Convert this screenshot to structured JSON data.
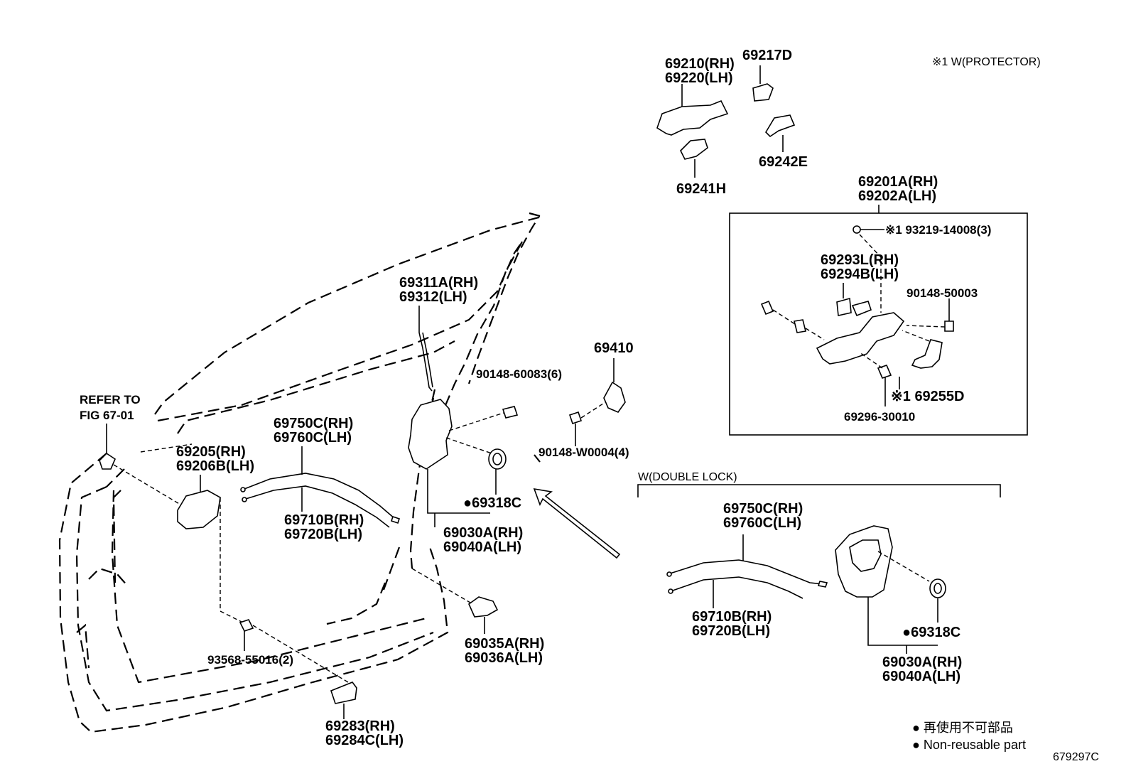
{
  "diagram_id": "679297C",
  "note_protector": "※1 W(PROTECTOR)",
  "section_double_lock": "W(DOUBLE LOCK)",
  "refer_to": [
    "REFER TO",
    "FIG 67-01"
  ],
  "parts": {
    "p69210": [
      "69210(RH)",
      "69220(LH)"
    ],
    "p69217": "69217D",
    "p69241": "69241H",
    "p69242": "69242E",
    "p69201": [
      "69201A(RH)",
      "69202A(LH)"
    ],
    "p93219": "※1 93219-14008(3)",
    "p69293": [
      "69293L(RH)",
      "69294B(LH)"
    ],
    "p90148_50003": "90148-50003",
    "p69255": "※1 69255D",
    "p69296": "69296-30010",
    "p69311": [
      "69311A(RH)",
      "69312(LH)"
    ],
    "p69410": "69410",
    "p90148_60083": "90148-60083(6)",
    "p90148_w0004": "90148-W0004(4)",
    "p69205": [
      "69205(RH)",
      "69206B(LH)"
    ],
    "p69750": [
      "69750C(RH)",
      "69760C(LH)"
    ],
    "p69710": [
      "69710B(RH)",
      "69720B(LH)"
    ],
    "p69318": "●69318C",
    "p69030": [
      "69030A(RH)",
      "69040A(LH)"
    ],
    "p69035": [
      "69035A(RH)",
      "69036A(LH)"
    ],
    "p93568": "93568-55016(2)",
    "p69283": [
      "69283(RH)",
      "69284C(LH)"
    ],
    "p69750_dl": [
      "69750C(RH)",
      "69760C(LH)"
    ],
    "p69710_dl": [
      "69710B(RH)",
      "69720B(LH)"
    ],
    "p69318_dl": "●69318C",
    "p69030_dl": [
      "69030A(RH)",
      "69040A(LH)"
    ]
  },
  "legend": {
    "jp": "● 再使用不可部品",
    "en": "● Non-reusable part"
  }
}
